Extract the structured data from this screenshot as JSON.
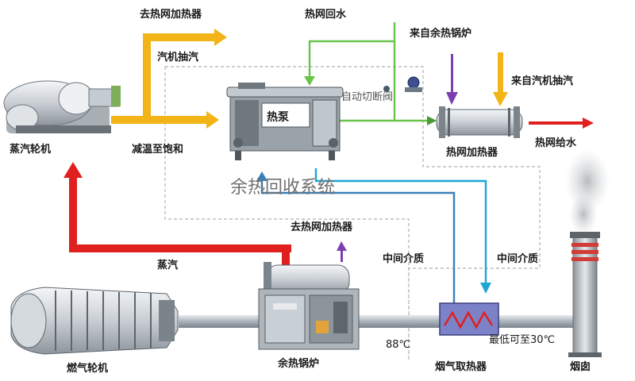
{
  "labels": {
    "to_heater_top": "去热网加热器",
    "return_water": "热网回水",
    "from_boiler": "来自余热锅炉",
    "turbine_extract": "汽机抽汽",
    "auto_valve": "自动切断阀",
    "from_turbine_extract": "来自汽机抽汽",
    "steam_turbine": "蒸汽轮机",
    "desuperheat": "减温至饱和",
    "heat_pump": "热泵",
    "grid_heater": "热网加热器",
    "supply_water": "热网给水",
    "system_title": "余热回收系统",
    "to_heater_mid": "去热网加热器",
    "steam": "蒸汽",
    "medium_left": "中间介质",
    "medium_right": "中间介质",
    "gas_turbine": "燃气轮机",
    "hrsg": "余热锅炉",
    "temp_88": "88℃",
    "flue_heat": "烟气取热器",
    "min_temp": "最低可至30℃",
    "chimney": "烟囱"
  },
  "colors": {
    "steam_line": "#e0201e",
    "extract_line": "#f2b417",
    "return_line": "#6ac44a",
    "medium_line": "#1fa6d6",
    "purple_line": "#7b3fb0",
    "flue_duct": "#b7bfc7"
  }
}
